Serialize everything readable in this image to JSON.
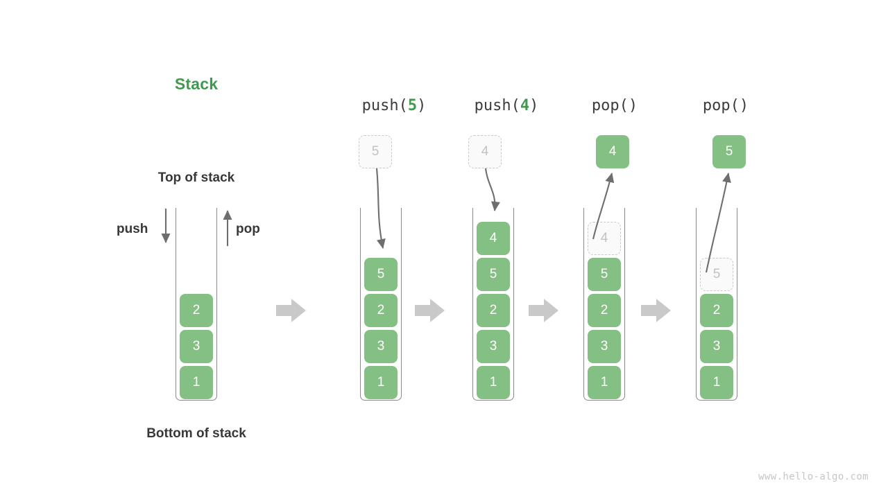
{
  "diagram": {
    "title": "Stack",
    "title_color": "#3f9a4e",
    "accent_color": "#84bf83",
    "ghost_border_color": "#c9c9c9",
    "ghost_text_color": "#c2c2c2",
    "arrow_color": "#6e6e6e",
    "step_arrow_color": "#c9c9c9",
    "watermark": "www.hello-algo.com"
  },
  "labels": {
    "top_of_stack": "Top of stack",
    "bottom_of_stack": "Bottom of stack",
    "push": "push",
    "pop": "pop"
  },
  "initial_stack": {
    "name": "initial",
    "cells": [
      "2",
      "3",
      "1"
    ]
  },
  "steps": [
    {
      "id": "push-5",
      "caption_prefix": "push(",
      "caption_arg": "5",
      "caption_suffix": ")",
      "caption_full": "push(5)",
      "floating": {
        "value": "5",
        "style": "ghost"
      },
      "arrow_direction": "down",
      "cells": [
        "5",
        "2",
        "3",
        "1"
      ],
      "ghost_index": -1
    },
    {
      "id": "push-4",
      "caption_prefix": "push(",
      "caption_arg": "4",
      "caption_suffix": ")",
      "caption_full": "push(4)",
      "floating": {
        "value": "4",
        "style": "ghost"
      },
      "arrow_direction": "down",
      "cells": [
        "4",
        "5",
        "2",
        "3",
        "1"
      ],
      "ghost_index": -1
    },
    {
      "id": "pop-1",
      "caption_prefix": "pop(",
      "caption_arg": "",
      "caption_suffix": ")",
      "caption_full": "pop()",
      "floating": {
        "value": "4",
        "style": "filled"
      },
      "arrow_direction": "up",
      "cells": [
        "4",
        "5",
        "2",
        "3",
        "1"
      ],
      "ghost_index": 0
    },
    {
      "id": "pop-2",
      "caption_prefix": "pop(",
      "caption_arg": "",
      "caption_suffix": ")",
      "caption_full": "pop()",
      "floating": {
        "value": "5",
        "style": "filled"
      },
      "arrow_direction": "up",
      "cells": [
        "5",
        "2",
        "3",
        "1"
      ],
      "ghost_index": 0
    }
  ]
}
